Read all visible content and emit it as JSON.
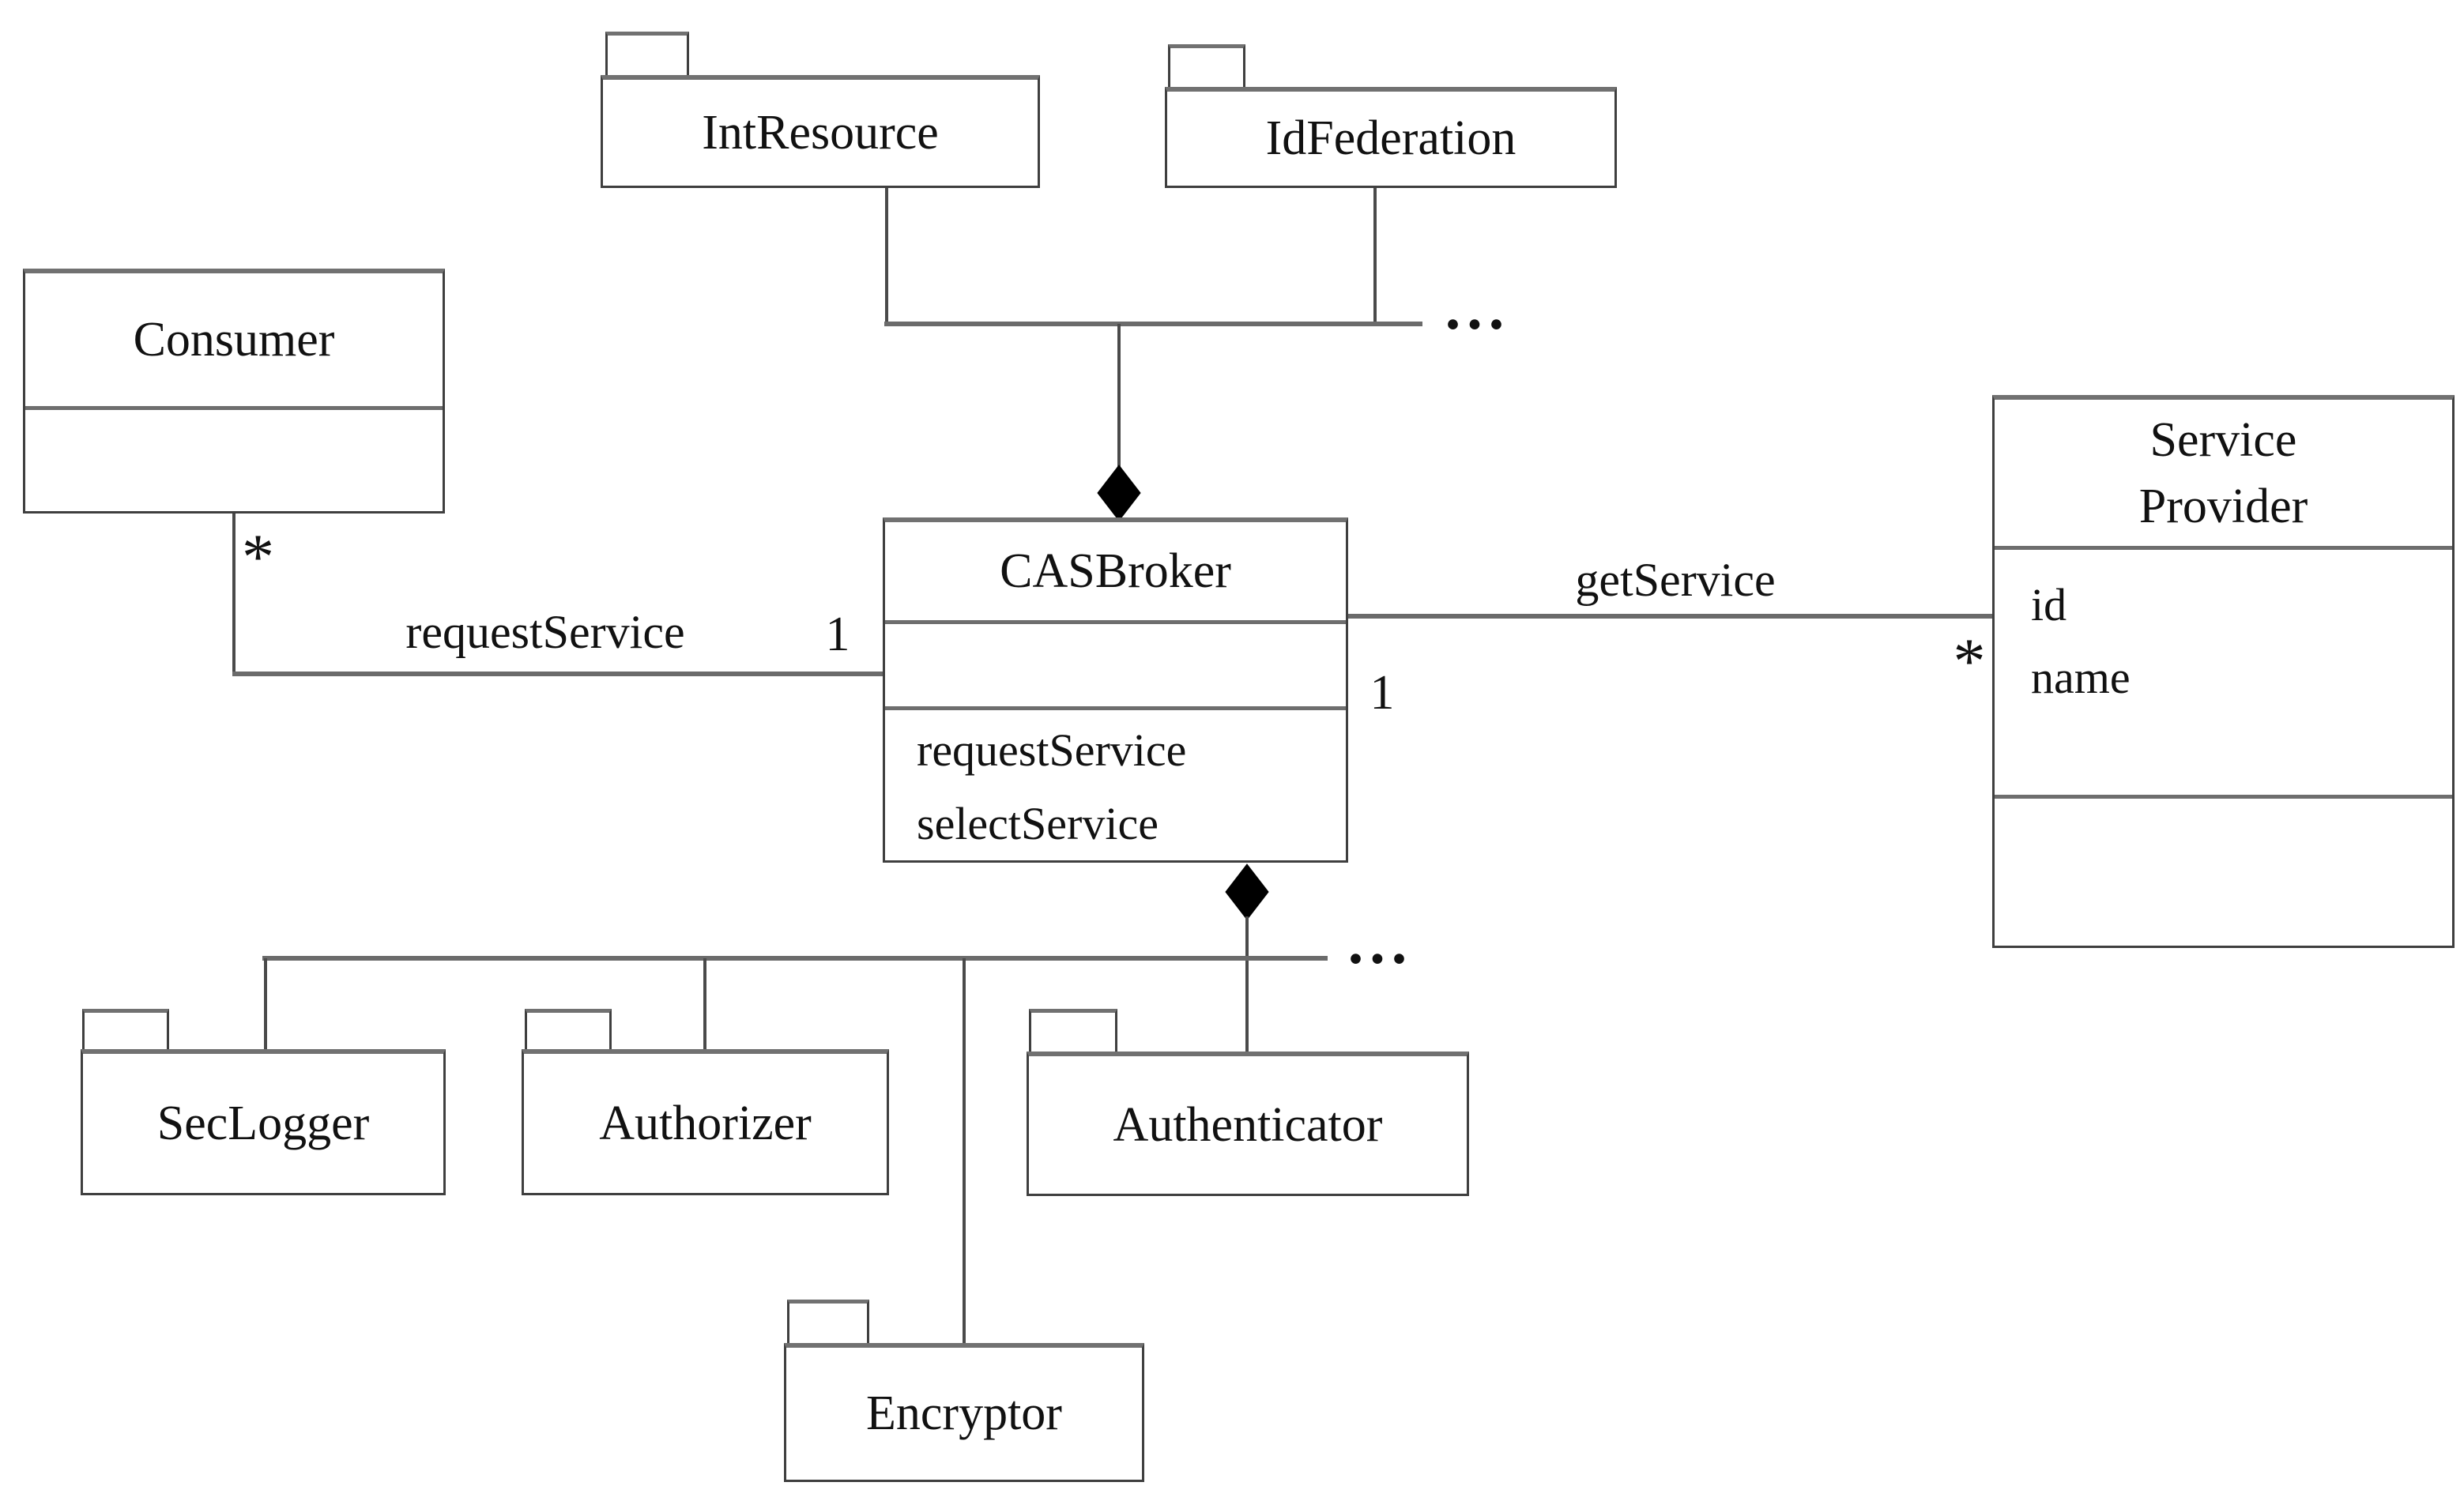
{
  "packages": {
    "intResource": {
      "label": "IntResource"
    },
    "idFederation": {
      "label": "IdFederation"
    },
    "secLogger": {
      "label": "SecLogger"
    },
    "authorizer": {
      "label": "Authorizer"
    },
    "authenticator": {
      "label": "Authenticator"
    },
    "encryptor": {
      "label": "Encryptor"
    }
  },
  "classes": {
    "consumer": {
      "name": "Consumer"
    },
    "casBroker": {
      "name": "CASBroker",
      "methods": [
        "requestService",
        "selectService"
      ]
    },
    "serviceProvider": {
      "name_line1": "Service",
      "name_line2": "Provider",
      "attributes": [
        "id",
        "name"
      ]
    }
  },
  "associations": {
    "requestService": {
      "label": "requestService",
      "consumer_multiplicity": "*",
      "broker_multiplicity": "1"
    },
    "getService": {
      "label": "getService",
      "broker_multiplicity": "1",
      "provider_multiplicity": "*"
    }
  },
  "ellipsis": {
    "top": "...",
    "bottom": "..."
  },
  "colors": {
    "background": "#ffffff",
    "line_vertical": "#4a4a4a",
    "line_horizontal": "#6b6b6b",
    "border": "#3f3f3f",
    "diamond": "#000000",
    "text": "#111111"
  }
}
